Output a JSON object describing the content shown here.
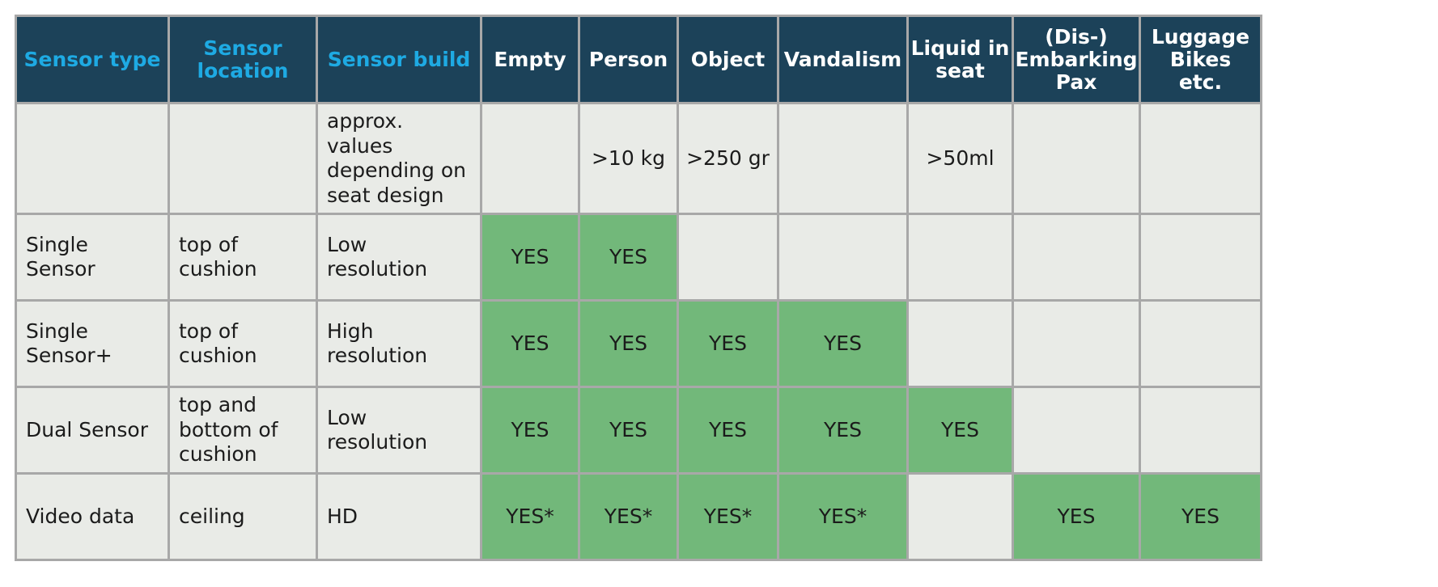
{
  "table": {
    "name": "sensor-capability-matrix",
    "colors": {
      "header_background": "#1c4259",
      "header_accent_text": "#1eaae3",
      "header_plain_text": "#ffffff",
      "cell_background": "#e9ebe7",
      "highlight_green": "#72b87a",
      "grid_line": "#a8a8a8",
      "body_text": "#1b1b1b"
    },
    "headers": [
      {
        "label": "Sensor type",
        "style": "accent"
      },
      {
        "label": "Sensor\nlocation",
        "style": "accent"
      },
      {
        "label": "Sensor build",
        "style": "accent"
      },
      {
        "label": "Empty",
        "style": "plain"
      },
      {
        "label": "Person",
        "style": "plain"
      },
      {
        "label": "Object",
        "style": "plain"
      },
      {
        "label": "Vandalism",
        "style": "plain"
      },
      {
        "label": "Liquid in\nseat",
        "style": "plain"
      },
      {
        "label": "(Dis-)\nEmbarking\nPax",
        "style": "plain"
      },
      {
        "label": "Luggage\nBikes\netc.",
        "style": "plain"
      }
    ],
    "rows": [
      {
        "kind": "note",
        "cells": [
          {
            "text": "",
            "align": "left",
            "green": false
          },
          {
            "text": "",
            "align": "left",
            "green": false
          },
          {
            "text": "approx. values depending on seat design",
            "align": "left",
            "green": false
          },
          {
            "text": "",
            "align": "center",
            "green": false
          },
          {
            "text": ">10 kg",
            "align": "center",
            "green": false
          },
          {
            "text": ">250 gr",
            "align": "center",
            "green": false
          },
          {
            "text": "",
            "align": "center",
            "green": false
          },
          {
            "text": ">50ml",
            "align": "center",
            "green": false
          },
          {
            "text": "",
            "align": "center",
            "green": false
          },
          {
            "text": "",
            "align": "center",
            "green": false
          }
        ]
      },
      {
        "kind": "data",
        "cells": [
          {
            "text": "Single Sensor",
            "align": "left",
            "green": false
          },
          {
            "text": "top of cushion",
            "align": "left",
            "green": false
          },
          {
            "text": "Low resolution",
            "align": "left",
            "green": false
          },
          {
            "text": "YES",
            "align": "center",
            "green": true
          },
          {
            "text": "YES",
            "align": "center",
            "green": true
          },
          {
            "text": "",
            "align": "center",
            "green": false
          },
          {
            "text": "",
            "align": "center",
            "green": false
          },
          {
            "text": "",
            "align": "center",
            "green": false
          },
          {
            "text": "",
            "align": "center",
            "green": false
          },
          {
            "text": "",
            "align": "center",
            "green": false
          }
        ]
      },
      {
        "kind": "data",
        "cells": [
          {
            "text": "Single Sensor+",
            "align": "left",
            "green": false
          },
          {
            "text": "top of cushion",
            "align": "left",
            "green": false
          },
          {
            "text": "High resolution",
            "align": "left",
            "green": false
          },
          {
            "text": "YES",
            "align": "center",
            "green": true
          },
          {
            "text": "YES",
            "align": "center",
            "green": true
          },
          {
            "text": "YES",
            "align": "center",
            "green": true
          },
          {
            "text": "YES",
            "align": "center",
            "green": true
          },
          {
            "text": "",
            "align": "center",
            "green": false
          },
          {
            "text": "",
            "align": "center",
            "green": false
          },
          {
            "text": "",
            "align": "center",
            "green": false
          }
        ]
      },
      {
        "kind": "data",
        "cells": [
          {
            "text": "Dual Sensor",
            "align": "left",
            "green": false
          },
          {
            "text": "top and bottom of cushion",
            "align": "left",
            "green": false
          },
          {
            "text": "Low resolution",
            "align": "left",
            "green": false
          },
          {
            "text": "YES",
            "align": "center",
            "green": true
          },
          {
            "text": "YES",
            "align": "center",
            "green": true
          },
          {
            "text": "YES",
            "align": "center",
            "green": true
          },
          {
            "text": "YES",
            "align": "center",
            "green": true
          },
          {
            "text": "YES",
            "align": "center",
            "green": true
          },
          {
            "text": "",
            "align": "center",
            "green": false
          },
          {
            "text": "",
            "align": "center",
            "green": false
          }
        ]
      },
      {
        "kind": "data",
        "cells": [
          {
            "text": "Video data",
            "align": "left",
            "green": false
          },
          {
            "text": "ceiling",
            "align": "left",
            "green": false
          },
          {
            "text": "HD",
            "align": "left",
            "green": false
          },
          {
            "text": "YES*",
            "align": "center",
            "green": true
          },
          {
            "text": "YES*",
            "align": "center",
            "green": true
          },
          {
            "text": "YES*",
            "align": "center",
            "green": true
          },
          {
            "text": "YES*",
            "align": "center",
            "green": true
          },
          {
            "text": "",
            "align": "center",
            "green": false
          },
          {
            "text": "YES",
            "align": "center",
            "green": true
          },
          {
            "text": "YES",
            "align": "center",
            "green": true
          }
        ]
      }
    ]
  }
}
